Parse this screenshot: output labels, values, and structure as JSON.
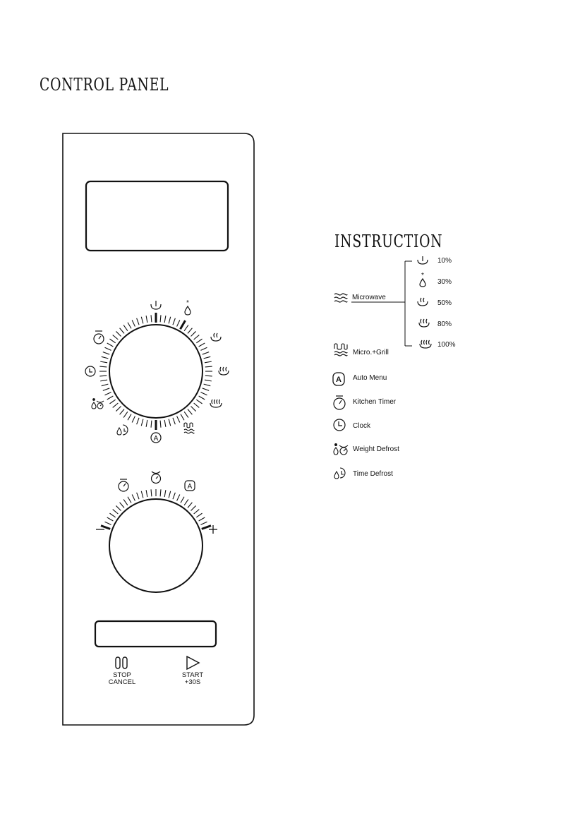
{
  "page": {
    "title": "CONTROL PANEL",
    "instruction_title": "INSTRUCTION"
  },
  "panel": {
    "power_dial": {
      "icons": [
        "power-10-icon",
        "power-30-icon",
        "power-50-icon",
        "power-80-icon",
        "power-100-icon",
        "micro-grill-icon",
        "auto-menu-icon",
        "time-defrost-icon",
        "weight-defrost-icon",
        "clock-icon",
        "kitchen-timer-icon"
      ]
    },
    "adjust_dial": {
      "minus_label": "–",
      "plus_label": "+",
      "icons": [
        "kitchen-timer-icon",
        "weight-defrost-icon",
        "auto-menu-icon"
      ]
    },
    "buttons": {
      "stop_line1": "STOP",
      "stop_line2": "CANCEL",
      "start_line1": "START",
      "start_line2": "+30S"
    }
  },
  "instruction": {
    "microwave_label": "Microwave",
    "power_levels": [
      "10%",
      "30%",
      "50%",
      "80%",
      "100%"
    ],
    "micro_grill_label": "Micro.+Grill",
    "auto_menu_label": "Auto Menu",
    "kitchen_timer_label": "Kitchen Timer",
    "clock_label": "Clock",
    "weight_defrost_label": "Weight Defrost",
    "time_defrost_label": "Time Defrost"
  }
}
